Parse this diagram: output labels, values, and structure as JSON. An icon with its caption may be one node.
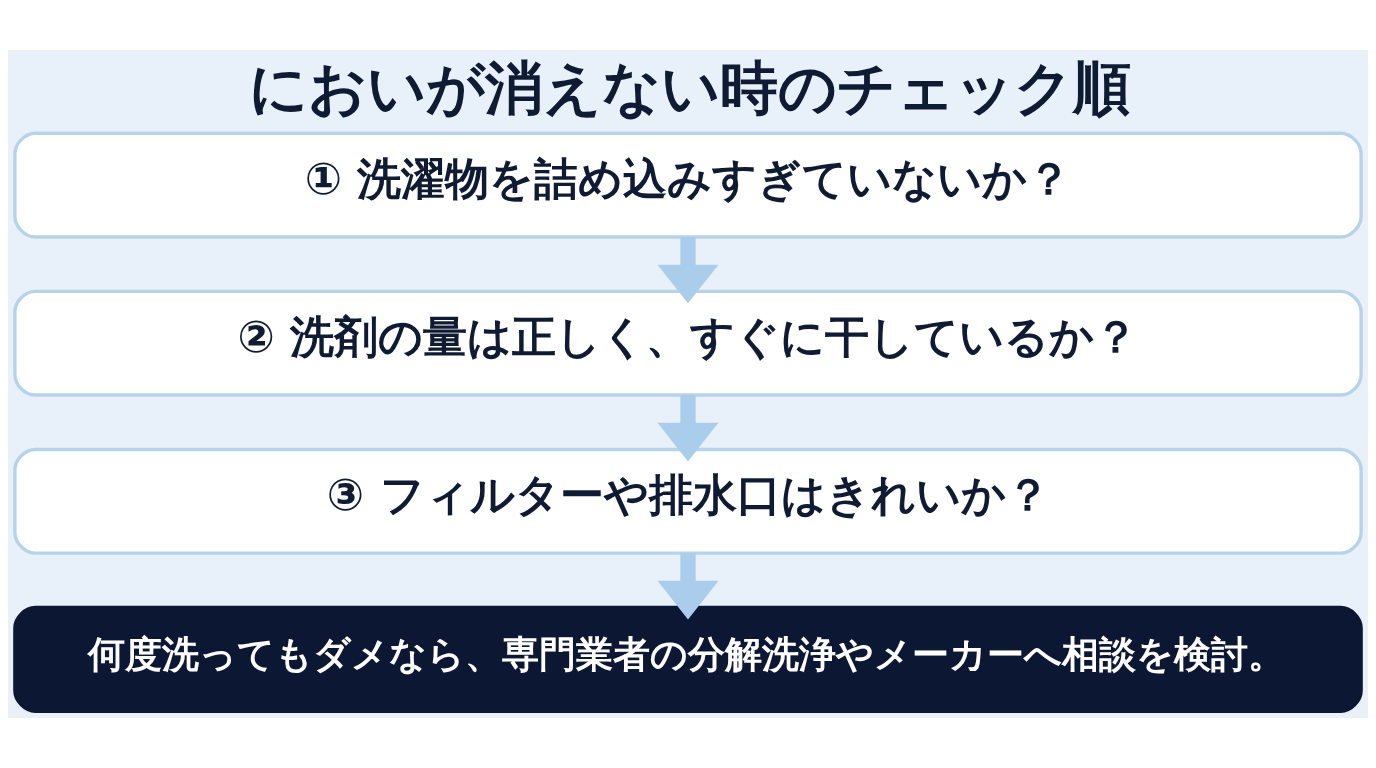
{
  "diagram": {
    "title": "においが消えない時のチェック順",
    "nodes": [
      {
        "text": [
          "① 洗濯物を詰め込みすぎていないか？"
        ]
      },
      {
        "text": [
          "② 洗剤の量は正しく、すぐに干しているか？"
        ]
      },
      {
        "text": [
          "③ フィルターや排水口はきれいか？"
        ]
      },
      {
        "text": [
          "何度洗ってもダメなら、専門業者の分解洗浄やメーカーへ相談を検討。"
        ]
      }
    ],
    "edges": [
      {
        "from": 0,
        "to": 1,
        "arrow": "to"
      },
      {
        "from": 1,
        "to": 2,
        "arrow": "to"
      },
      {
        "from": 2,
        "to": 3,
        "arrow": "to"
      }
    ]
  }
}
